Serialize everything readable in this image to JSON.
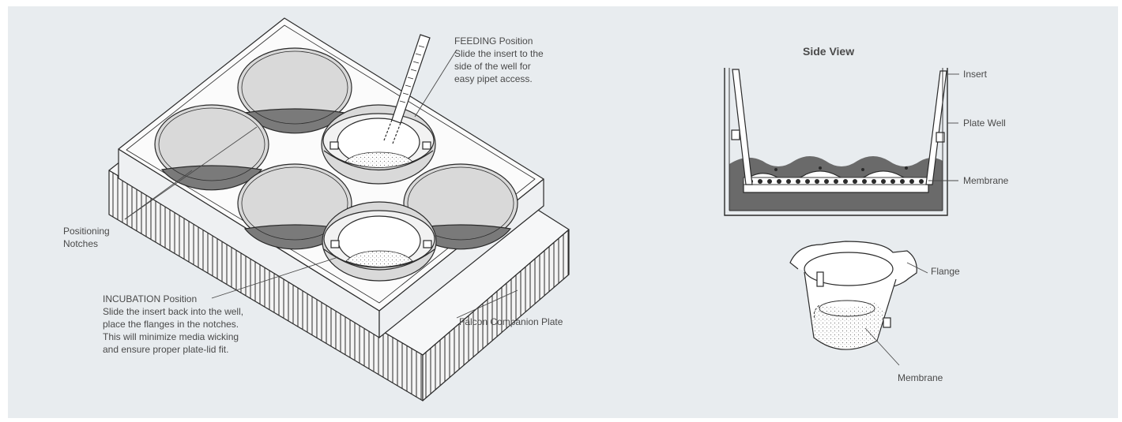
{
  "colors": {
    "background": "#e8ecef",
    "line": "#2a2a2a",
    "well_light": "#d9d9d9",
    "well_dark": "#7a7a7a",
    "membrane_fill": "#ffffff",
    "media": "#6a6a6a",
    "label_text": "#4a4a4a"
  },
  "plate": {
    "feeding_title": "FEEDING Position",
    "feeding_lines": [
      "Slide the insert to the",
      "side of the well for",
      "easy pipet access."
    ],
    "notches_lines": [
      "Positioning",
      "Notches"
    ],
    "incubation_title": "INCUBATION Position",
    "incubation_lines": [
      "Slide the insert back into the well,",
      "place the flanges in the notches.",
      "This will minimize media wicking",
      "and ensure proper plate-lid fit."
    ],
    "plate_label": "Falcon Companion Plate"
  },
  "side_view": {
    "title": "Side View",
    "insert_label": "Insert",
    "plate_well_label": "Plate Well",
    "membrane_label": "Membrane"
  },
  "insert_detail": {
    "flange_label": "Flange",
    "membrane_label": "Membrane"
  }
}
